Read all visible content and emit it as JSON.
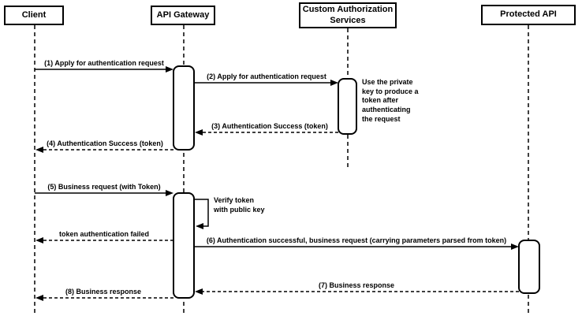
{
  "participants": [
    {
      "id": "client",
      "name": "Client"
    },
    {
      "id": "api-gateway",
      "name": "API Gateway"
    },
    {
      "id": "custom-auth",
      "name": "Custom Authorization Services"
    },
    {
      "id": "protected-api",
      "name": "Protected API"
    }
  ],
  "messages": [
    {
      "label": "(1) Apply for authentication request",
      "from": "Client",
      "to": "API Gateway",
      "line": "solid"
    },
    {
      "label": "(2) Apply for authentication request",
      "from": "API Gateway",
      "to": "Custom Authorization Services",
      "line": "solid"
    },
    {
      "label": "(3) Authentication Success (token)",
      "from": "Custom Authorization Services",
      "to": "API Gateway",
      "line": "dashed"
    },
    {
      "label": "(4) Authentication Success (token)",
      "from": "API Gateway",
      "to": "Client",
      "line": "dashed"
    },
    {
      "label": "(5) Business request (with Token)",
      "from": "Client",
      "to": "API Gateway",
      "line": "solid"
    },
    {
      "label": "Verify token\nwith public key",
      "from": "API Gateway",
      "to": "API Gateway",
      "line": "solid",
      "self": true
    },
    {
      "label": "token authentication failed",
      "from": "API Gateway",
      "to": "Client",
      "line": "dashed"
    },
    {
      "label": "(6) Authentication successful, business request (carrying parameters parsed from token)",
      "from": "API Gateway",
      "to": "Protected API",
      "line": "solid"
    },
    {
      "label": "(7) Business response",
      "from": "Protected API",
      "to": "API Gateway",
      "line": "dashed"
    },
    {
      "label": "(8) Business response",
      "from": "API Gateway",
      "to": "Client",
      "line": "dashed"
    }
  ],
  "note": {
    "text": "Use the private\nkey to produce a\ntoken after\nauthenticating\nthe request",
    "attached_to": "Custom Authorization Services"
  },
  "colors": {
    "line": "#000000",
    "text": "#000000",
    "background": "#ffffff",
    "box_fill": "#ffffff"
  }
}
